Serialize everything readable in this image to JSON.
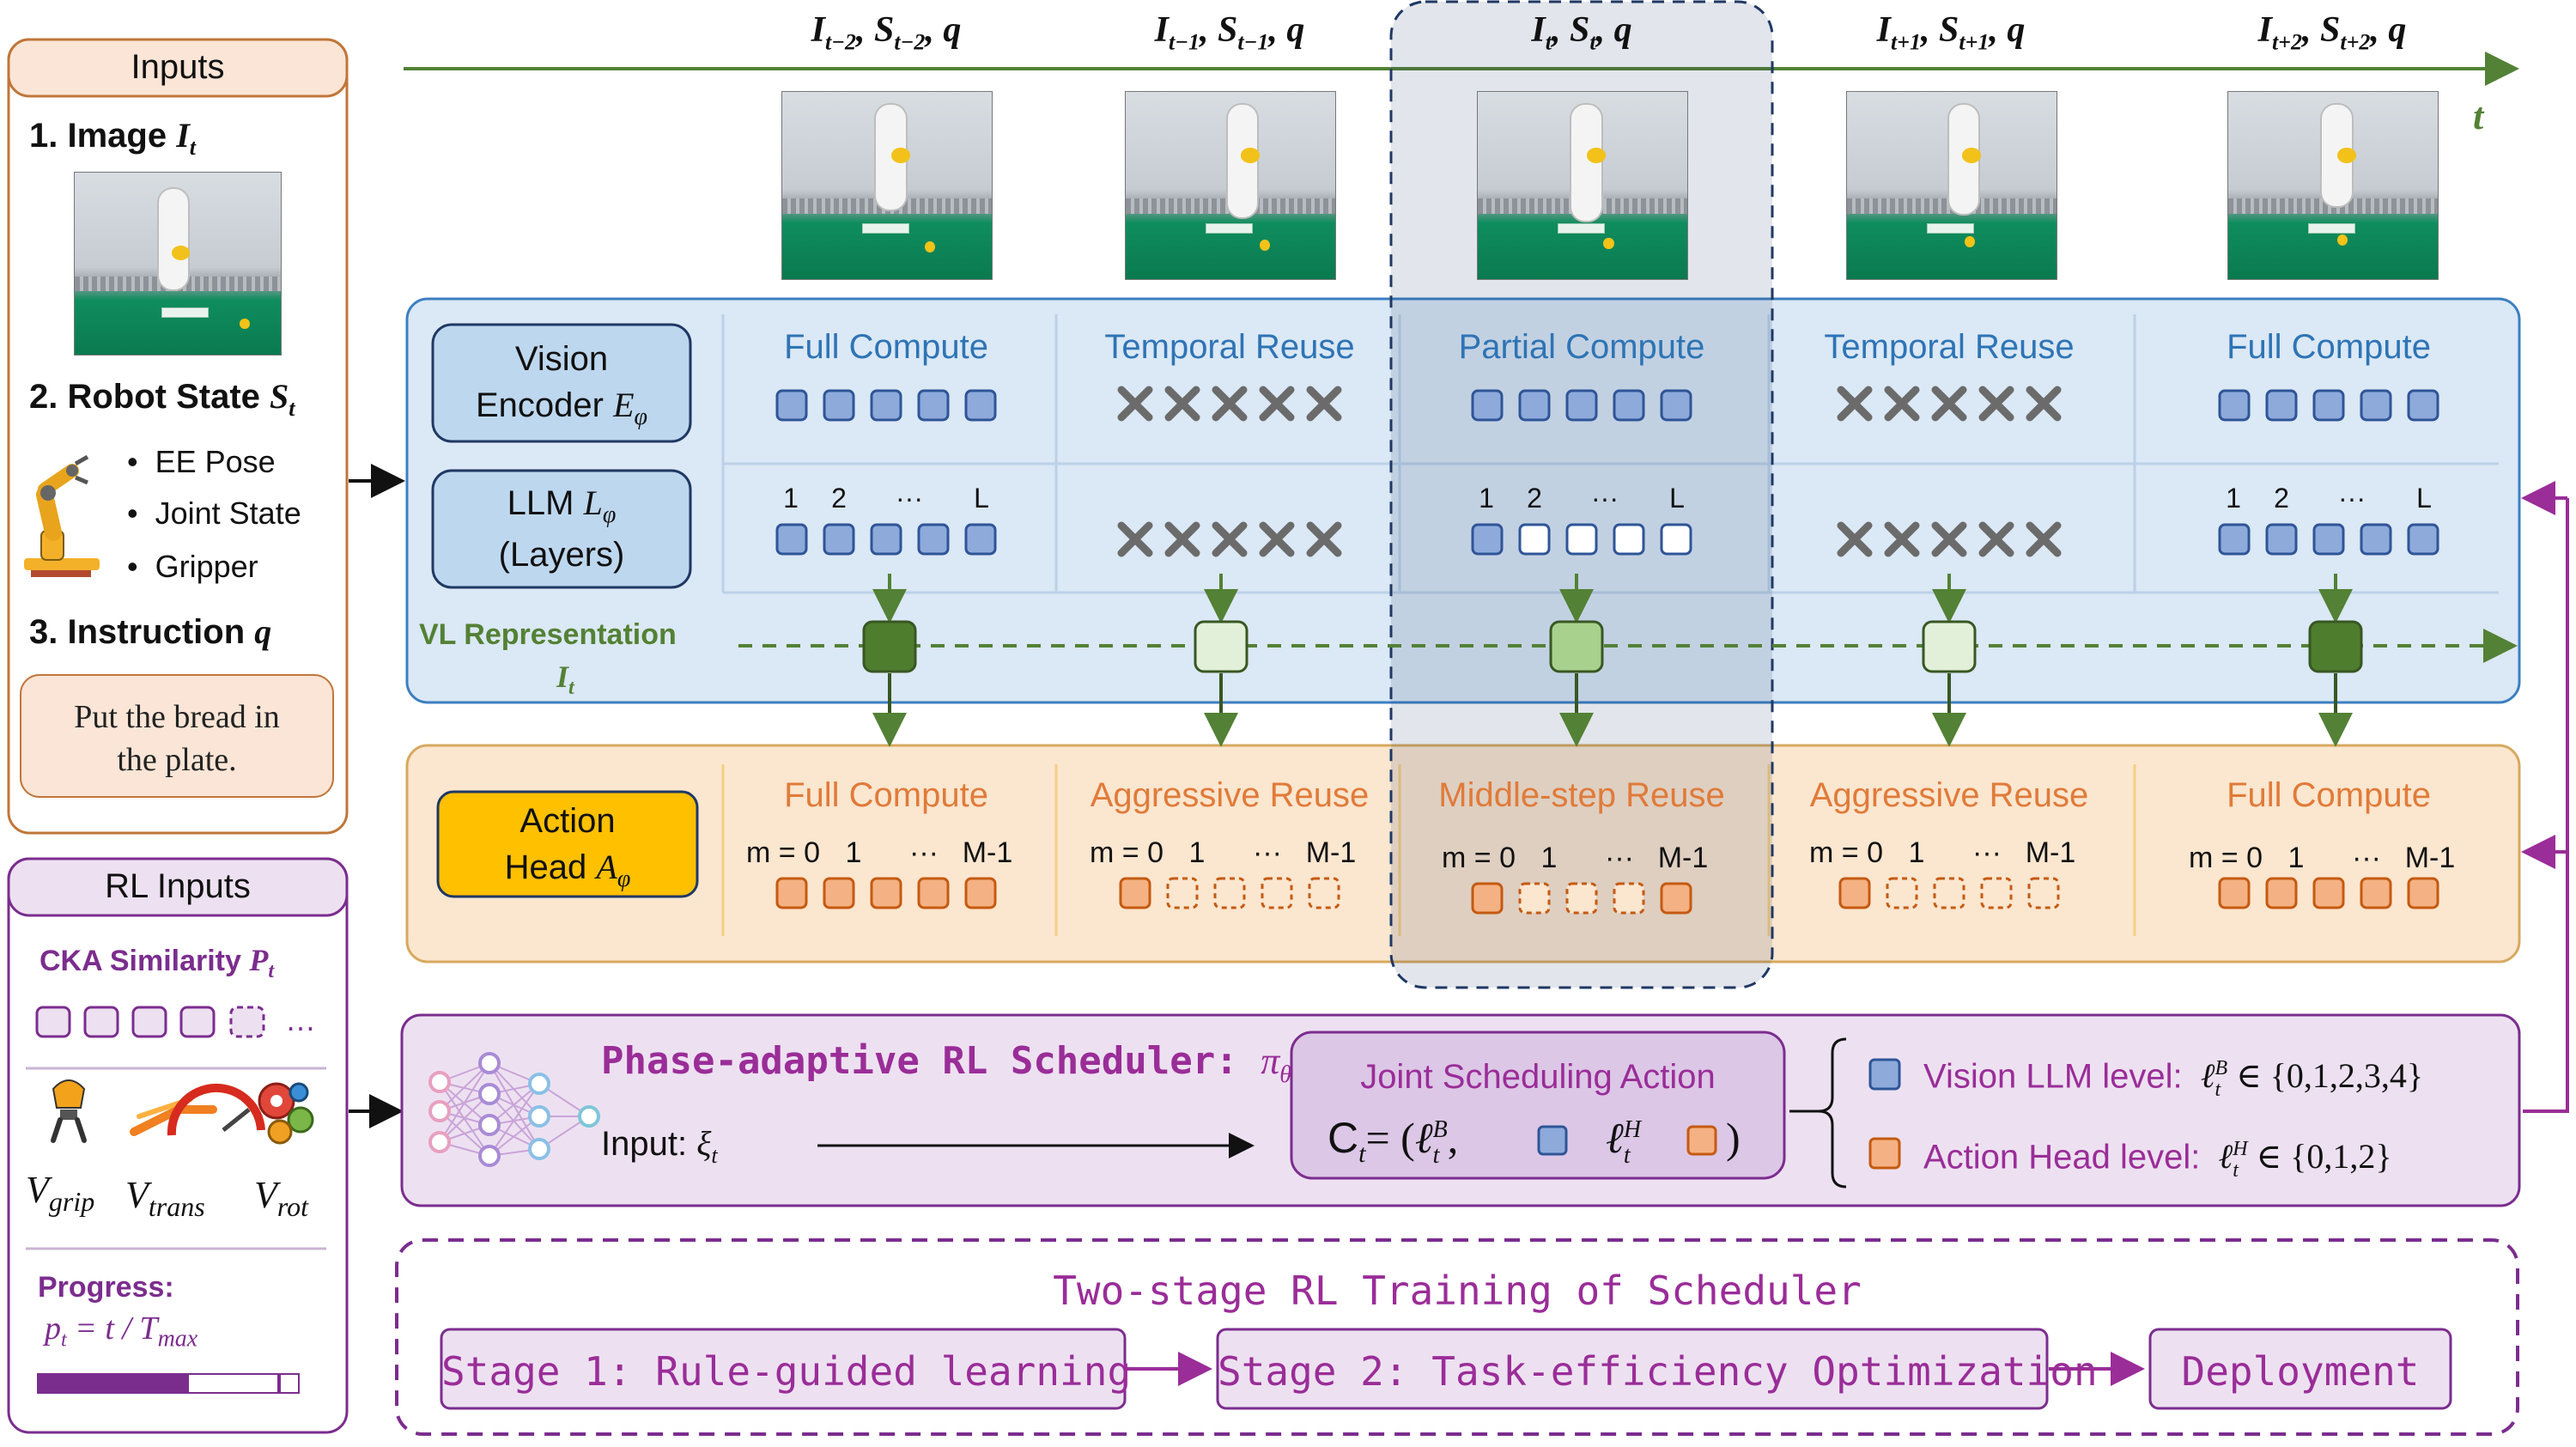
{
  "inputs": {
    "title": "Inputs",
    "image_label": "1. Image",
    "image_symbol": "I",
    "image_sub": "t",
    "state_label": "2. Robot State",
    "state_symbol": "S",
    "state_sub": "t",
    "state_items": [
      "EE Pose",
      "Joint State",
      "Gripper"
    ],
    "instruction_label": "3. Instruction",
    "instruction_symbol": "q",
    "instruction_line1": "Put the bread in",
    "instruction_line2": "the plate."
  },
  "rl_inputs": {
    "title": "RL Inputs",
    "cka_label": "CKA Similarity",
    "cka_symbol": "P",
    "cka_sub": "t",
    "ellipsis": "…",
    "v_grip": "V",
    "v_grip_sub": "grip",
    "v_trans": "V",
    "v_trans_sub": "trans",
    "v_rot": "V",
    "v_rot_sub": "rot",
    "progress_label": "Progress:",
    "progress_formula_a": "p",
    "progress_formula_sub": "t",
    "progress_formula_b": " = t / T",
    "progress_formula_c": "max",
    "progress_fraction": 0.63
  },
  "timeline": {
    "frames": [
      {
        "i": "I",
        "i_sub": "t−2",
        "s": "S",
        "s_sub": "t−2",
        "q": "q"
      },
      {
        "i": "I",
        "i_sub": "t−1",
        "s": "S",
        "s_sub": "t−1",
        "q": "q"
      },
      {
        "i": "I",
        "i_sub": "t",
        "s": "S",
        "s_sub": "t",
        "q": "q"
      },
      {
        "i": "I",
        "i_sub": "t+1",
        "s": "S",
        "s_sub": "t+1",
        "q": "q"
      },
      {
        "i": "I",
        "i_sub": "t+2",
        "s": "S",
        "s_sub": "t+2",
        "q": "q"
      }
    ],
    "axis_label": "t"
  },
  "vision_llm": {
    "vision_box_line1": "Vision",
    "vision_box_line2": "Encoder",
    "vision_symbol": "E",
    "vision_sub": "φ",
    "llm_box_line1": "LLM",
    "llm_symbol": "L",
    "llm_sub": "φ",
    "llm_box_line2": "(Layers)",
    "columns": [
      "Full Compute",
      "Temporal Reuse",
      "Partial Compute",
      "Temporal Reuse",
      "Full Compute"
    ],
    "layer_ticks": [
      "1",
      "2",
      "···",
      "L"
    ],
    "vl_label": "VL Representation",
    "vl_symbol": "I",
    "vl_sub": "t"
  },
  "action_head": {
    "box_line1": "Action",
    "box_line2": "Head",
    "symbol": "A",
    "sub": "φ",
    "columns": [
      "Full Compute",
      "Aggressive Reuse",
      "Middle-step Reuse",
      "Aggressive Reuse",
      "Full Compute"
    ],
    "step_ticks": [
      "m = 0",
      "1",
      "···",
      "M-1"
    ]
  },
  "scheduler": {
    "title": "Phase-adaptive RL Scheduler:",
    "pi": "π",
    "pi_sub": "θ",
    "input_label": "Input:",
    "xi": "ξ",
    "xi_sub": "t",
    "joint_title": "Joint Scheduling Action",
    "c_symbol": "C",
    "c_sub": "t",
    "ell_b": "ℓ",
    "ell_b_sup": "B",
    "ell_b_sub": "t",
    "ell_h": "ℓ",
    "ell_h_sup": "H",
    "ell_h_sub": "t",
    "vision_level_label": "Vision LLM level:",
    "vision_level_set": "∈ {0,1,2,3,4}",
    "action_level_label": "Action Head level:",
    "action_level_set": "∈ {0,1,2}",
    "level_ell": "ℓ",
    "level_vis_sup": "B",
    "level_act_sup": "H",
    "level_sub": "t"
  },
  "training": {
    "title": "Two-stage RL Training of Scheduler",
    "stages": [
      "Stage 1: Rule-guided learning",
      "Stage 2: Task-efficiency Optimization",
      "Deployment"
    ]
  },
  "colors": {
    "timeline_green": "#538135",
    "blue_panel_fill": "#dbe8f5",
    "blue_panel_stroke": "#3c7fc1",
    "orange_panel_fill": "#fbe6cf",
    "orange_panel_stroke": "#d7a95f",
    "purple": "#7b2d8e",
    "purple_fill": "#ede1f1",
    "token_blue": "#8eaadb",
    "token_orange": "#f4b183",
    "column_title_blue": "#2e74b5",
    "column_title_orange": "#e07b39"
  }
}
